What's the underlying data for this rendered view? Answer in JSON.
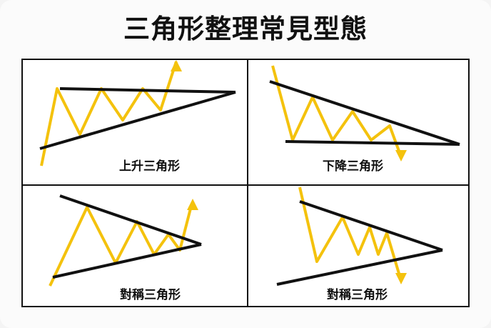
{
  "title": "三角形整理常見型態",
  "colors": {
    "price_line": "#f4c20d",
    "trend_line": "#111111",
    "frame": "#111111",
    "background": "#fbfbfb"
  },
  "panels": [
    {
      "label": "上升三角形"
    },
    {
      "label": "下降三角形"
    },
    {
      "label": "對稱三角形"
    },
    {
      "label": "對稱三角形"
    }
  ]
}
